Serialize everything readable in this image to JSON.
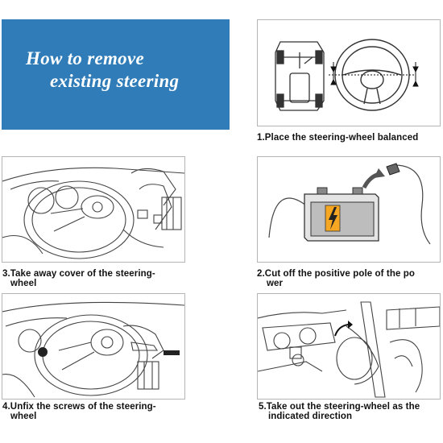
{
  "banner": {
    "title_line1": "How to remove",
    "title_line2": "existing steering",
    "background_color": "#2f7cb8"
  },
  "steps": {
    "step1": {
      "caption_line1": "1.Place the steering-wheel balanced"
    },
    "step2": {
      "caption_line1": "2.Cut off the positive pole of the po",
      "caption_line2": "wer"
    },
    "step3": {
      "caption_line1": "3.Take away cover of the steering-",
      "caption_line2": "wheel"
    },
    "step4": {
      "caption_line1": "4.Unfix the screws of the steering-",
      "caption_line2": "wheel"
    },
    "step5": {
      "caption_line1": "5.Take out the steering-wheel as the",
      "caption_line2": "indicated direction"
    }
  },
  "icons": {
    "battery_symbol": "lightning-bolt",
    "battery_color": "#f5a623"
  }
}
